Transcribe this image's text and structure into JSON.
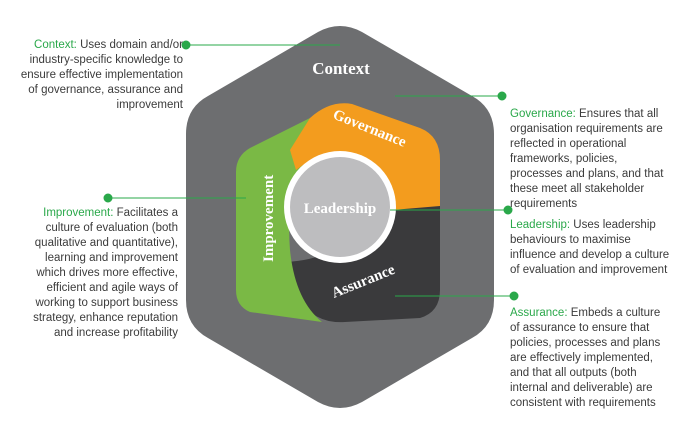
{
  "diagram": {
    "outer_label": "Context",
    "segments": {
      "governance": "Governance",
      "improvement": "Improvement",
      "assurance": "Assurance"
    },
    "center_label": "Leadership",
    "colors": {
      "outer_hex": "#6d6e70",
      "governance": "#f39c1e",
      "improvement": "#7ab945",
      "assurance": "#3a3a3c",
      "center": "#bdbdbf",
      "accent_green": "#2aa84a",
      "body_text": "#3b3b3b"
    }
  },
  "annotations": {
    "context": {
      "head": "Context:",
      "body": " Uses domain and/or industry-specific knowledge to ensure effective implementation of governance, assurance and improvement"
    },
    "improvement": {
      "head": "Improvement:",
      "body": " Facilitates a culture of evaluation (both qualitative and quantitative), learning and improvement which drives more effective, efficient and agile ways of working to support business strategy, enhance reputation and increase profitability"
    },
    "governance": {
      "head": "Governance:",
      "body": " Ensures that all organisation requirements are reflected in operational frameworks, policies, processes and plans, and that these meet all stakeholder requirements"
    },
    "leadership": {
      "head": "Leadership:",
      "body": " Uses leadership behaviours to maximise influence and develop a culture of evaluation and improvement"
    },
    "assurance": {
      "head": "Assurance:",
      "body": " Embeds a culture of assurance to ensure that policies, processes and plans are effectively implemented, and that all outputs (both internal and deliverable) are consistent with requirements"
    }
  }
}
